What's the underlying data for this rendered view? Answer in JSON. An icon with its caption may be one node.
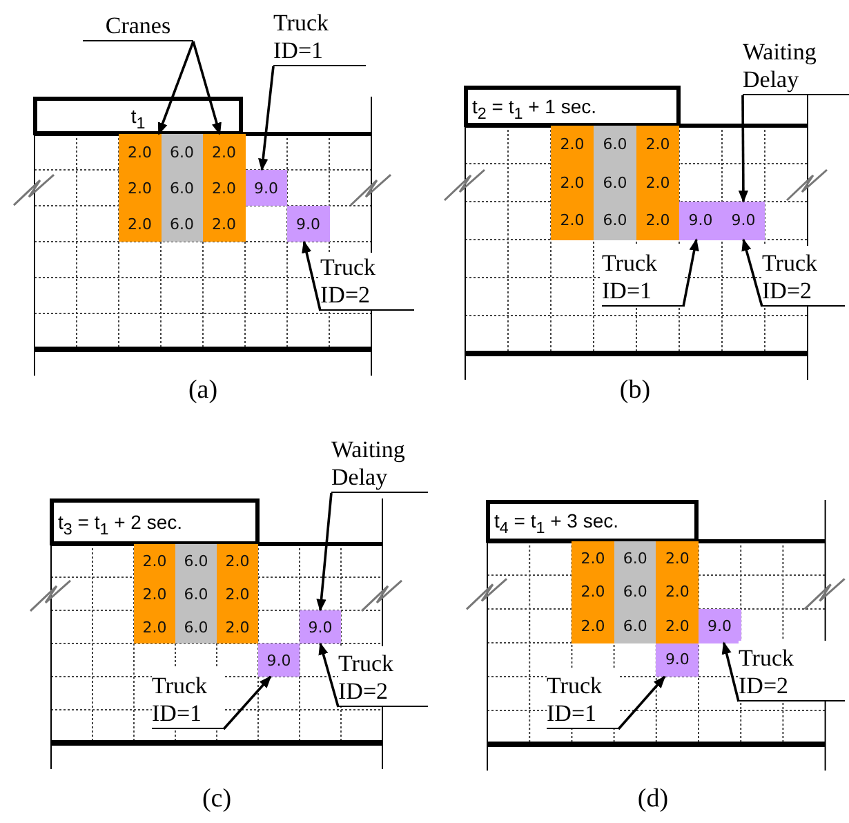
{
  "diagram": {
    "nodes": [
      {
        "text": [
          "t$_{1}$"
        ]
      },
      {
        "text": [
          "2.0"
        ]
      },
      {
        "text": [
          "6.0"
        ]
      },
      {
        "text": [
          "2.0"
        ]
      },
      {
        "text": [
          "2.0"
        ]
      },
      {
        "text": [
          "6.0"
        ]
      },
      {
        "text": [
          "2.0"
        ]
      },
      {
        "text": [
          "2.0"
        ]
      },
      {
        "text": [
          "6.0"
        ]
      },
      {
        "text": [
          "2.0"
        ]
      },
      {
        "text": [
          "9.0"
        ]
      },
      {
        "text": [
          "9.0"
        ]
      },
      {
        "text": [
          "Cranes"
        ]
      },
      {
        "text": [
          "Truck ID=1"
        ]
      },
      {
        "text": [
          "Truck ID=2"
        ]
      },
      {
        "text": [
          "t$_{2}$ = t$_{1}$ + 1 sec."
        ]
      },
      {
        "text": [
          "2.0"
        ]
      },
      {
        "text": [
          "6.0"
        ]
      },
      {
        "text": [
          "2.0"
        ]
      },
      {
        "text": [
          "2.0"
        ]
      },
      {
        "text": [
          "6.0"
        ]
      },
      {
        "text": [
          "2.0"
        ]
      },
      {
        "text": [
          "2.0"
        ]
      },
      {
        "text": [
          "6.0"
        ]
      },
      {
        "text": [
          "2.0"
        ]
      },
      {
        "text": [
          "9.0"
        ]
      },
      {
        "text": [
          "9.0"
        ]
      },
      {
        "text": [
          "Waiting Delay"
        ]
      },
      {
        "text": [
          "Truck ID=1"
        ]
      },
      {
        "text": [
          "Truck ID=2"
        ]
      },
      {
        "text": [
          "t$_{3}$ = t$_{1}$ + 2 sec."
        ]
      },
      {
        "text": [
          "2.0"
        ]
      },
      {
        "text": [
          "6.0"
        ]
      },
      {
        "text": [
          "2.0"
        ]
      },
      {
        "text": [
          "2.0"
        ]
      },
      {
        "text": [
          "6.0"
        ]
      },
      {
        "text": [
          "2.0"
        ]
      },
      {
        "text": [
          "2.0"
        ]
      },
      {
        "text": [
          "6.0"
        ]
      },
      {
        "text": [
          "2.0"
        ]
      },
      {
        "text": [
          "9.0"
        ]
      },
      {
        "text": [
          "9.0"
        ]
      },
      {
        "text": [
          "Waiting Delay"
        ]
      },
      {
        "text": [
          "Truck ID=1"
        ]
      },
      {
        "text": [
          "Truck ID=2"
        ]
      },
      {
        "text": [
          "t$_{4}$ = t$_{1}$ + 3 sec."
        ]
      },
      {
        "text": [
          "2.0"
        ]
      },
      {
        "text": [
          "6.0"
        ]
      },
      {
        "text": [
          "2.0"
        ]
      },
      {
        "text": [
          "2.0"
        ]
      },
      {
        "text": [
          "6.0"
        ]
      },
      {
        "text": [
          "2.0"
        ]
      },
      {
        "text": [
          "2.0"
        ]
      },
      {
        "text": [
          "6.0"
        ]
      },
      {
        "text": [
          "2.0"
        ]
      },
      {
        "text": [
          "9.0"
        ]
      },
      {
        "text": [
          "9.0"
        ]
      },
      {
        "text": [
          "Truck ID=1"
        ]
      },
      {
        "text": [
          "Truck ID=2"
        ]
      }
    ],
    "edges": [
      {
        "from": 12,
        "to": 1,
        "arrow": "to"
      },
      {
        "from": 12,
        "to": 3,
        "arrow": "to"
      },
      {
        "from": 13,
        "to": 10,
        "arrow": "to"
      },
      {
        "from": 14,
        "to": 11,
        "arrow": "to"
      },
      {
        "from": 27,
        "to": 26,
        "arrow": "to"
      },
      {
        "from": 28,
        "to": 25,
        "arrow": "to"
      },
      {
        "from": 29,
        "to": 26,
        "arrow": "to"
      },
      {
        "from": 42,
        "to": 41,
        "arrow": "to"
      },
      {
        "from": 43,
        "to": 40,
        "arrow": "to"
      },
      {
        "from": 44,
        "to": 41,
        "arrow": "to"
      },
      {
        "from": 57,
        "to": 55,
        "arrow": "to"
      },
      {
        "from": 58,
        "to": 56,
        "arrow": "to"
      }
    ],
    "labels": [
      "(a)",
      "(b)",
      "(c)",
      "(d)"
    ]
  }
}
